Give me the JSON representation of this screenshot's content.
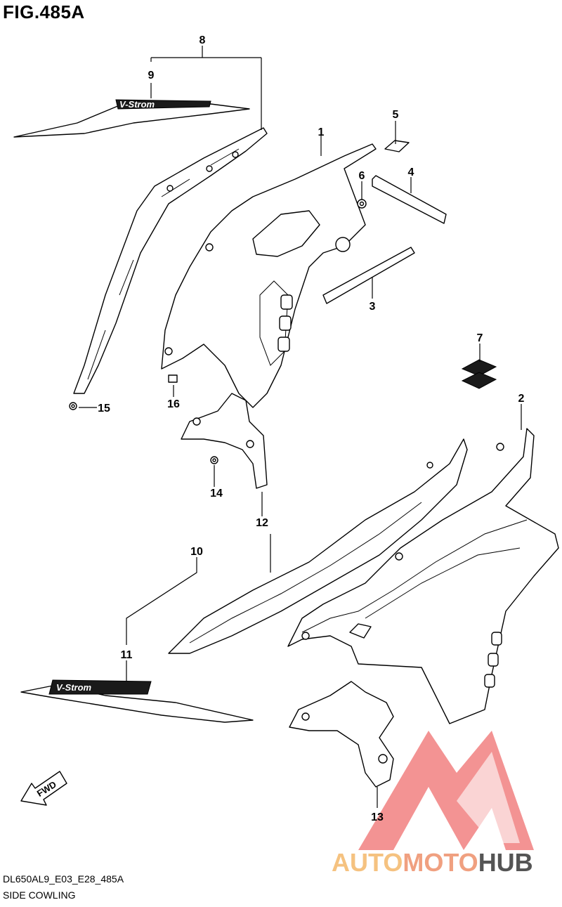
{
  "figure": {
    "title": "FIG.485A",
    "code": "DL650AL9_E03_E28_485A",
    "name": "SIDE COWLING"
  },
  "callouts": [
    {
      "id": "c1",
      "label": "1"
    },
    {
      "id": "c2",
      "label": "2"
    },
    {
      "id": "c3",
      "label": "3"
    },
    {
      "id": "c4",
      "label": "4"
    },
    {
      "id": "c5",
      "label": "5"
    },
    {
      "id": "c6",
      "label": "6"
    },
    {
      "id": "c7",
      "label": "7"
    },
    {
      "id": "c8",
      "label": "8"
    },
    {
      "id": "c9",
      "label": "9"
    },
    {
      "id": "c10",
      "label": "10"
    },
    {
      "id": "c11",
      "label": "11"
    },
    {
      "id": "c12",
      "label": "12"
    },
    {
      "id": "c13",
      "label": "13"
    },
    {
      "id": "c14",
      "label": "14"
    },
    {
      "id": "c15",
      "label": "15"
    },
    {
      "id": "c16",
      "label": "16"
    }
  ],
  "emblems": {
    "decal_upper": "V-Strom",
    "decal_lower": "V-Strom",
    "fwd_arrow": "FWD"
  },
  "watermark": {
    "part1": "AUTO",
    "part2": "MOTO",
    "part3": "HUB",
    "color_main": "#f0a080",
    "color_light": "#f5c280",
    "color_dark": "#555555",
    "logo_color": "#f07070"
  }
}
